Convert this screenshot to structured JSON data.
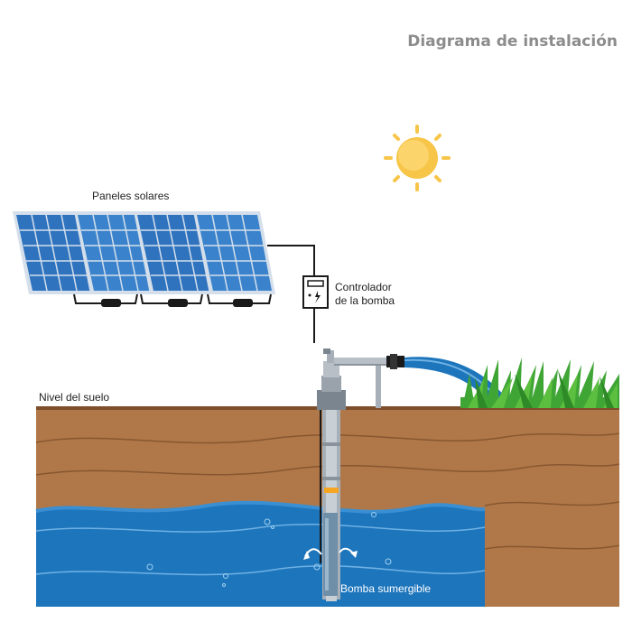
{
  "title": "Diagrama de instalación",
  "labels": {
    "solar_panels": "Paneles solares",
    "controller_line1": "Controlador",
    "controller_line2": "de la bomba",
    "ground_level": "Nivel del suelo",
    "pump": "Bomba sumergible"
  },
  "colors": {
    "sky": "#ffffff",
    "soil": "#b07848",
    "soil_line": "#7a4b2a",
    "water": "#1a6fb3",
    "water_light": "#6fb1e3",
    "sun": "#f9c74f",
    "panel_cell": "#3a7fc8",
    "panel_frame": "#c9d7e6",
    "grass": "#3fa535",
    "pipe": "#b8bfc6"
  }
}
